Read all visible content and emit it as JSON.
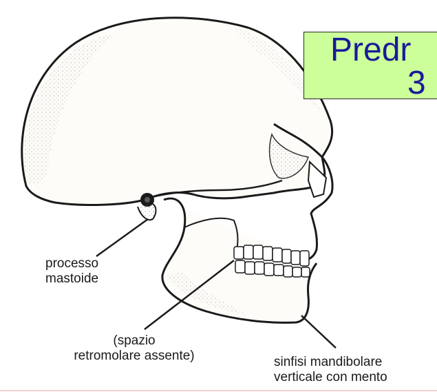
{
  "title": {
    "line1": "Predr",
    "line2": "3"
  },
  "labels": {
    "mastoid": {
      "line1": "processo",
      "line2": "mastoide"
    },
    "retromolar": {
      "line1": "(spazio",
      "line2": "retromolare assente)"
    },
    "symphysis": {
      "line1": "sinfisi mandibolare",
      "line2": "verticale con mento"
    }
  },
  "colors": {
    "title_bg": "#ccff99",
    "title_text": "#1a1a9a",
    "ink": "#1a1a1a",
    "bone": "#fdfcf8"
  }
}
